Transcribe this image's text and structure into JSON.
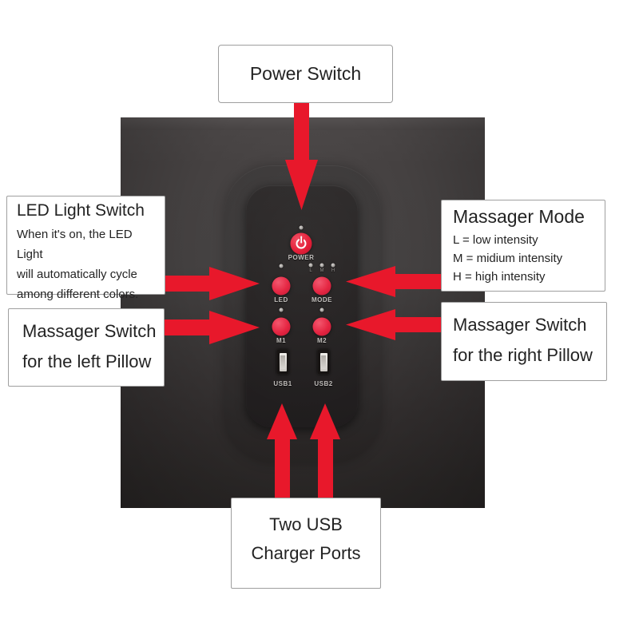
{
  "colors": {
    "arrow_red": "#e8182b",
    "button_red": "#e5213e",
    "power_red": "#e3152f",
    "box_border": "#9f9f9f",
    "box_text": "#232323",
    "pad_label": "#c0bdba",
    "photo_dark": "#2b2827",
    "photo_light": "#454141"
  },
  "callouts": {
    "power": {
      "title": "Power Switch"
    },
    "led": {
      "title": "LED Light Switch",
      "lines": [
        "When it's on, the LED Light",
        "will automatically cycle",
        "among different colors."
      ]
    },
    "mode": {
      "title": "Massager Mode",
      "lines": [
        "L = low intensity",
        "M = midium intensity",
        "H = high intensity"
      ]
    },
    "left_massager": {
      "lines": [
        "Massager Switch",
        "for the left Pillow"
      ]
    },
    "right_massager": {
      "lines": [
        "Massager Switch",
        "for the right Pillow"
      ]
    },
    "usb": {
      "lines": [
        "Two USB",
        "Charger Ports"
      ]
    }
  },
  "panel": {
    "power_label": "POWER",
    "led_label": "LED",
    "mode_label": "MODE",
    "m1_label": "M1",
    "m2_label": "M2",
    "usb1_label": "USB1",
    "usb2_label": "USB2",
    "mode_leds": [
      "L",
      "M",
      "H"
    ]
  }
}
